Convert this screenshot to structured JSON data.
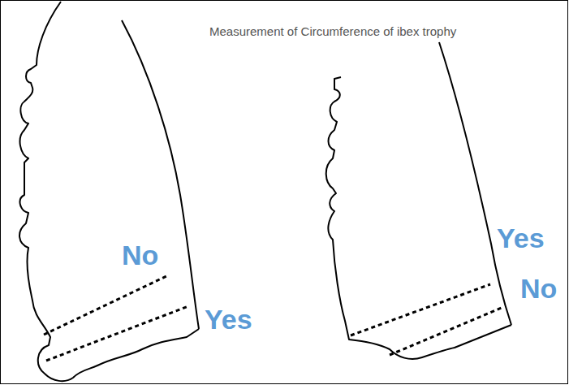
{
  "diagram": {
    "title": "Measurement of Circumference of ibex trophy",
    "labels": [
      "No",
      "Yes",
      "Yes",
      "No"
    ]
  }
}
